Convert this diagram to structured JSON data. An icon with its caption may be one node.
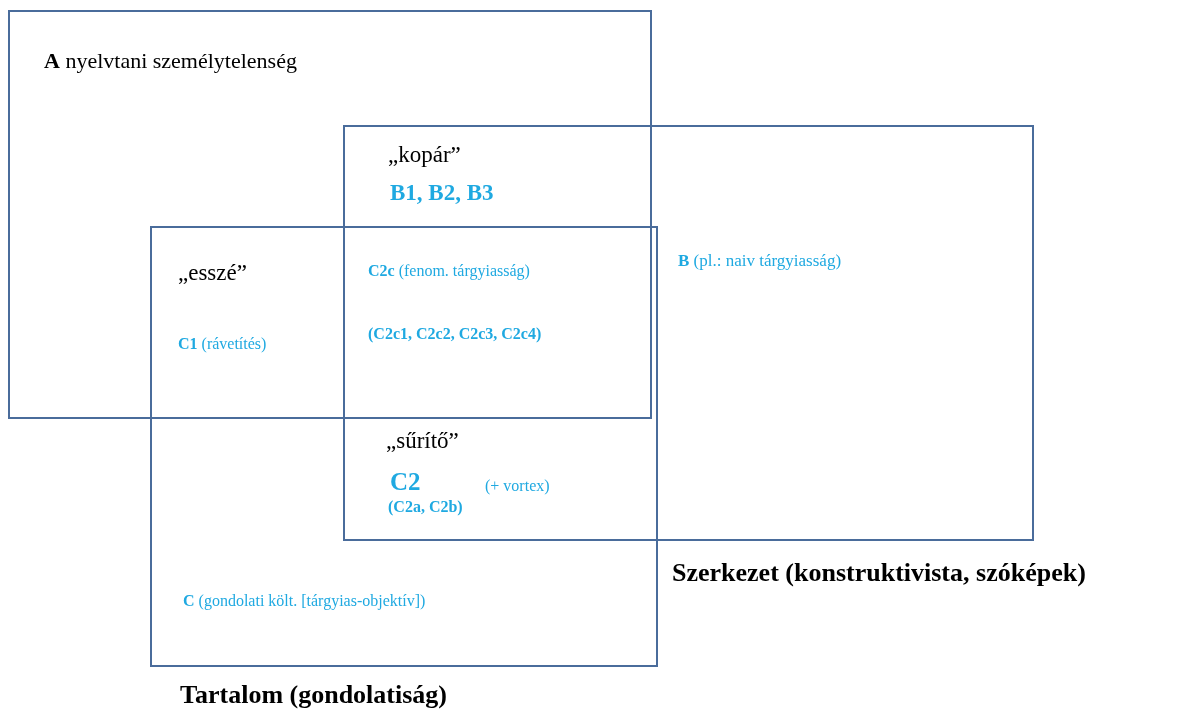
{
  "diagram": {
    "nodes": [
      {
        "text": [
          "**A** nyelvtani személytelenség"
        ]
      },
      {
        "text": [
          "**B** (pl.: naiv tárgyiasság)"
        ],
        "beside": [
          "Szerkezet (konstruktivista, szóképek)"
        ]
      },
      {
        "text": [
          "**C** (gondolati költ. [tárgyias-objektív])"
        ],
        "beside": [
          "Tartalom (gondolatiság)"
        ]
      }
    ],
    "labels": [
      "„kopár”",
      "B1, B2, B3",
      "„esszé”",
      "**C2c** (fenom. tárgyiasság)",
      "**C1** (rávetítés)",
      "(C2c1, C2c2, C2c3, C2c4)",
      "„sűrítő”",
      "C2",
      "(+ vortex)",
      "(C2a, C2b)"
    ]
  }
}
